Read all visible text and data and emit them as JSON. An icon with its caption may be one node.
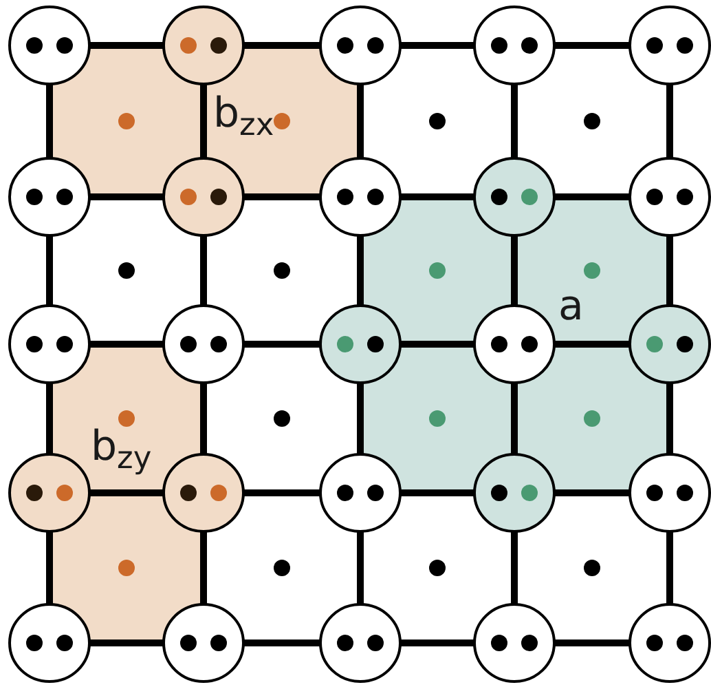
{
  "diagram": {
    "labels": [
      "b$_{zx}$",
      "a",
      "b$_{zy}$"
    ]
  }
}
